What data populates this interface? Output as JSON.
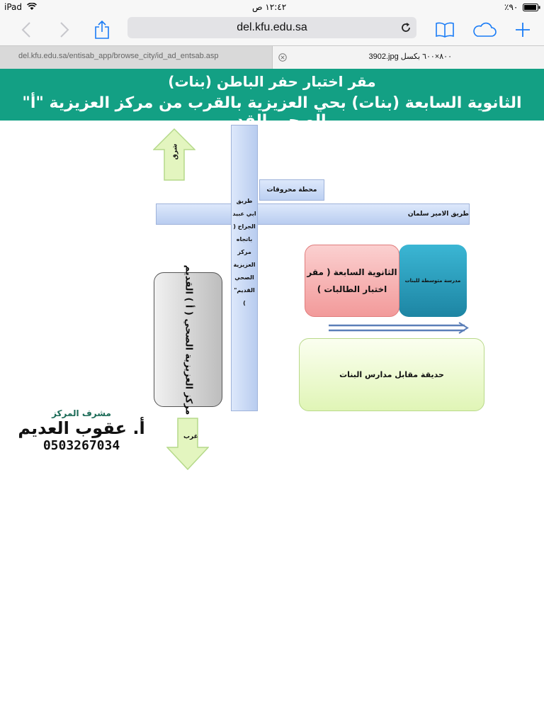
{
  "status_bar": {
    "device": "iPad",
    "time": "١٢:٤٢ ص",
    "battery": "٪٩٠",
    "wifi_icon": "wifi-icon",
    "battery_icon": "battery-icon"
  },
  "browser": {
    "url": "del.kfu.edu.sa",
    "icons": [
      "back-icon",
      "forward-icon",
      "share-icon",
      "reload-icon",
      "bookmarks-icon",
      "icloud-tabs-icon",
      "new-tab-icon"
    ],
    "tabs": [
      {
        "label": "del.kfu.edu.sa/entisab_app/browse_city/id_ad_entsab.asp"
      },
      {
        "label": "3902.jpg ٨٠٠×٦٠٠ بكسل"
      }
    ]
  },
  "map": {
    "banner_line1": "مقر اختبار حفر الباطن (بنات)",
    "banner_line2": "الثانوية السابعة (بنات) بحي العزيزية بالقرب من مركز العزيزية \"أ\" الصحي القديم",
    "east_label": "شرق",
    "west_label": "غرب",
    "fuel_station": "محطة محروقات",
    "prince_salman_road": "طريق الامير سلمان",
    "abu_ubaida_road": [
      "طريق",
      "ابي عبيد",
      "الجراح (",
      "باتجاه",
      "مركز",
      "العزيزية",
      "الصحي",
      "القديم\"",
      ")"
    ],
    "health_center": "مركز العزيزية الصحي ( أ ) القديم",
    "school_line1": "الثانوية السابعة ( مقر",
    "school_line2": "اختبار الطالبات )",
    "middle_school": "مدرسة متوسطة للبنات",
    "park": "حديقة مقابل مدارس البنات",
    "supervisor_title": "مشرف المركز",
    "supervisor_name": "أ. عقوب العديم",
    "supervisor_phone": "0503267034",
    "colors": {
      "banner": "#13a084",
      "road": "#c9d9f5",
      "school": "#f6adad",
      "middle_school": "#2a9cbd",
      "park": "#eaf8c8",
      "arrow": "#e3f5bf"
    }
  }
}
